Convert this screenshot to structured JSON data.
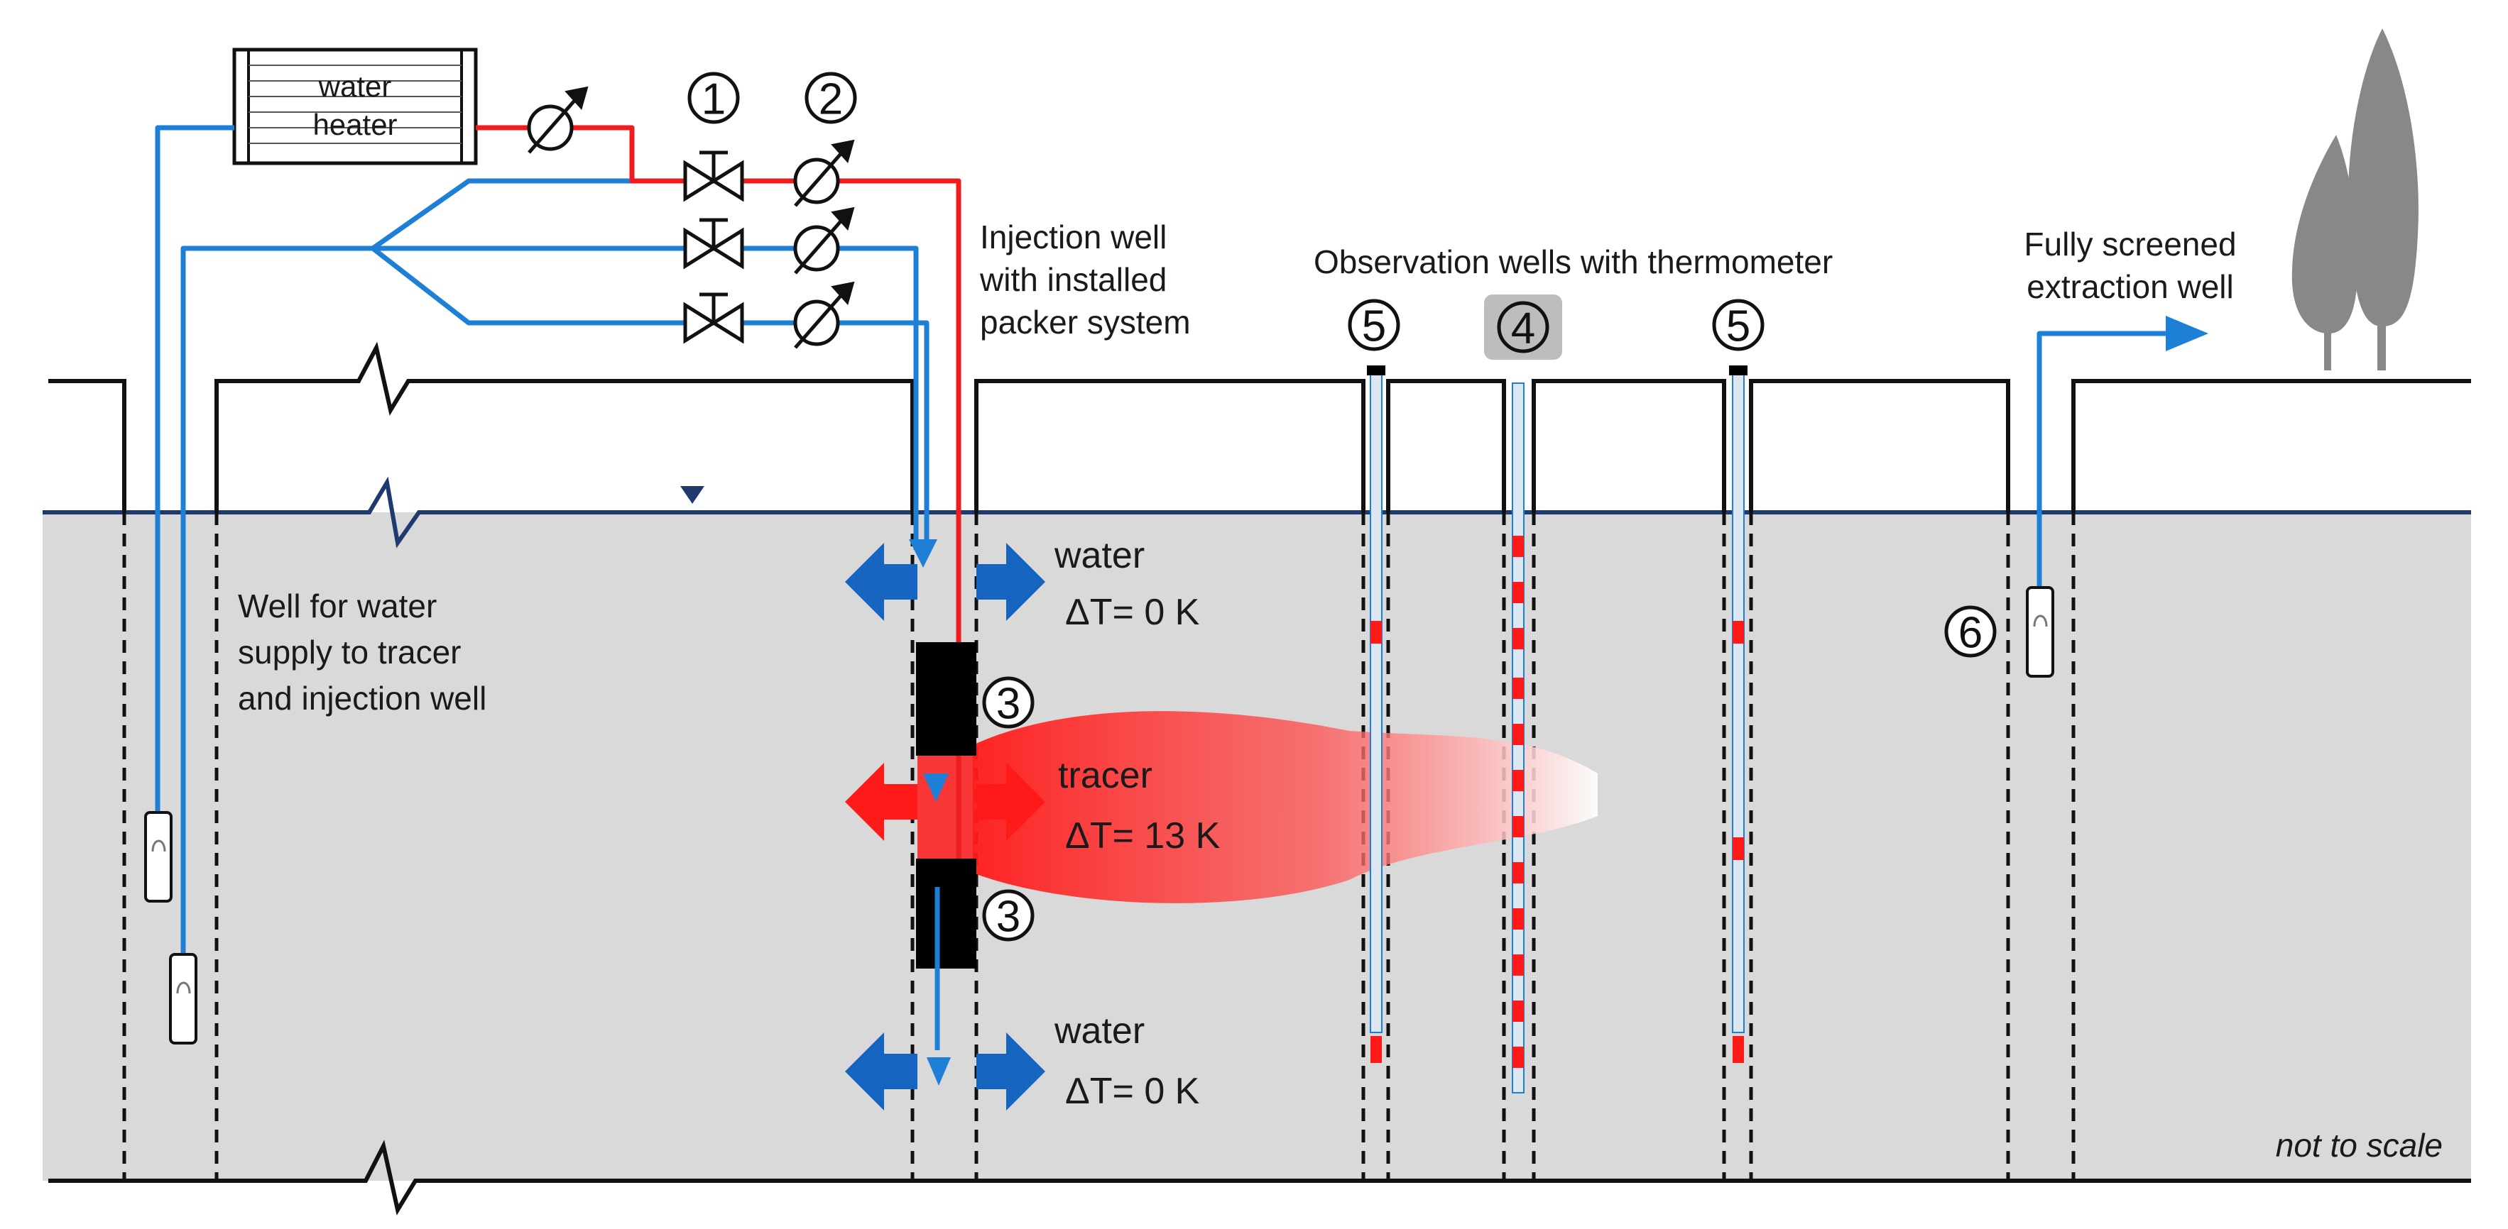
{
  "heater": {
    "line1": "water",
    "line2": "heater"
  },
  "markers": {
    "m1": "1",
    "m2": "2",
    "m3": "3",
    "m4": "4",
    "m5": "5",
    "m6": "6"
  },
  "labels": {
    "injection_well": [
      "Injection well",
      "with installed",
      "packer system"
    ],
    "observation_wells": "Observation wells with thermometer",
    "extraction_well": [
      "Fully screened",
      "extraction well"
    ],
    "supply_well": [
      "Well for water",
      "supply to tracer",
      "and injection well"
    ],
    "water_top": {
      "title": "water",
      "delta": "ΔT= 0 K"
    },
    "tracer": {
      "title": "tracer",
      "delta": "ΔT= 13 K"
    },
    "water_bottom": {
      "title": "water",
      "delta": "ΔT= 0 K"
    },
    "scale_note": "not to scale"
  },
  "colors": {
    "groundwater": "#d9d9d9",
    "water_table": "#1f3a6e",
    "water_line": "#1e7fd6",
    "water_arrow": "#1565c0",
    "tracer": "#ff1a1a",
    "hot_line": "#ee1c1c",
    "packer": "#000000",
    "tree": "#888888",
    "thermometer_badge": "#bdbdbd"
  }
}
